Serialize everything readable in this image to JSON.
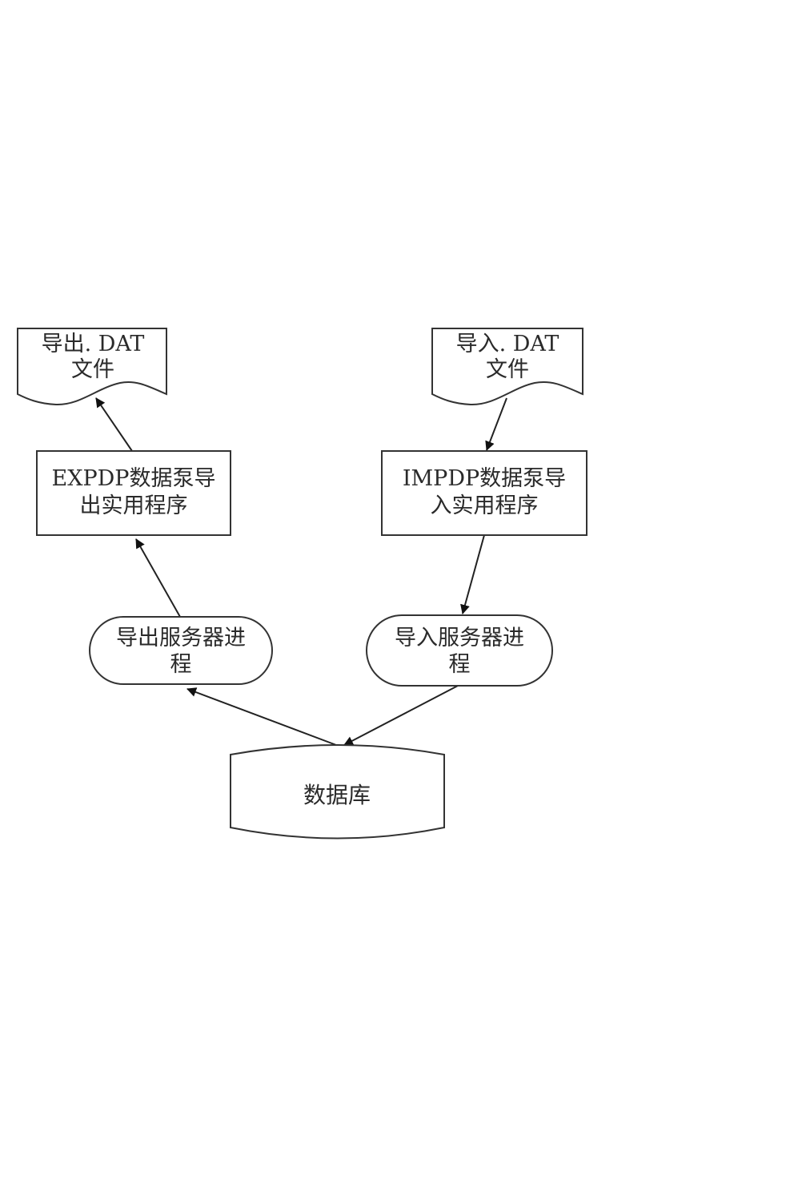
{
  "nodes": {
    "export_file": {
      "line1": "导出. DAT",
      "line2": "文件"
    },
    "import_file": {
      "line1": "导入. DAT",
      "line2": "文件"
    },
    "expdp_utility": {
      "line1": "EXPDP数据泵导",
      "line2": "出实用程序"
    },
    "impdp_utility": {
      "line1": "IMPDP数据泵导",
      "line2": "入实用程序"
    },
    "export_server": {
      "line1": "导出服务器进",
      "line2": "程"
    },
    "import_server": {
      "line1": "导入服务器进",
      "line2": "程"
    },
    "database": {
      "label": "数据库"
    }
  },
  "edges": [
    {
      "from": "database",
      "to": "export_server"
    },
    {
      "from": "export_server",
      "to": "expdp_utility"
    },
    {
      "from": "expdp_utility",
      "to": "export_file"
    },
    {
      "from": "import_file",
      "to": "impdp_utility"
    },
    {
      "from": "impdp_utility",
      "to": "import_server"
    },
    {
      "from": "import_server",
      "to": "database"
    }
  ]
}
